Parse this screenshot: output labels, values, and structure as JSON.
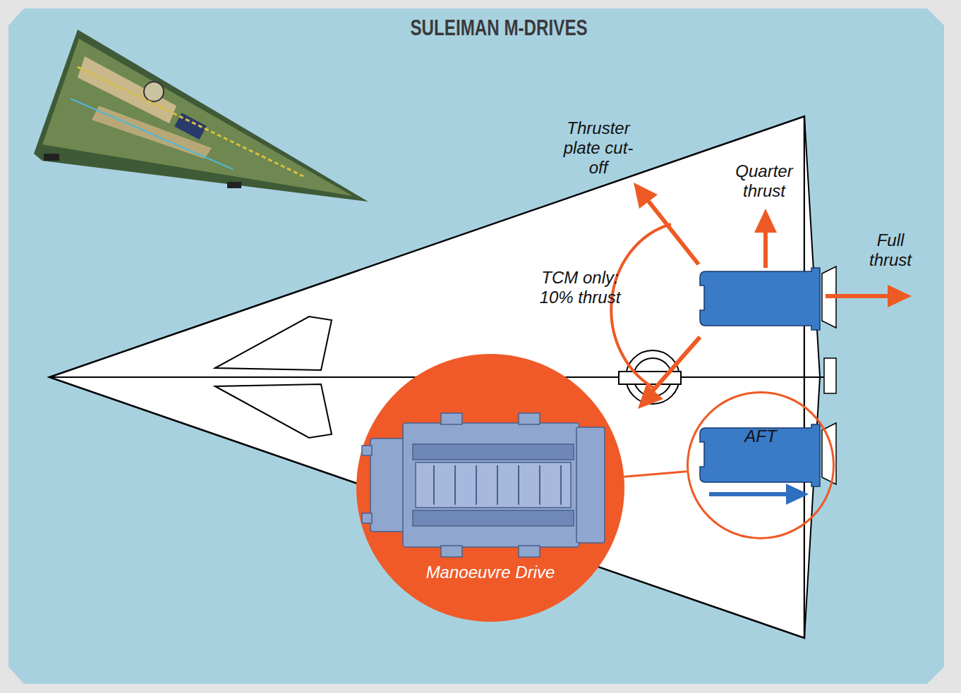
{
  "diagram": {
    "title": "SULEIMAN M-DRIVES",
    "nodes": [
      {
        "text": [
          "Manoeuvre Drive"
        ]
      },
      {
        "text": [
          "AFT"
        ]
      }
    ],
    "edges": [
      {
        "from": 0,
        "to": 1,
        "arrow": "none"
      }
    ],
    "labels": [
      "Thruster plate cut-off",
      "Quarter thrust",
      "Full thrust",
      "TCM only: 10% thrust"
    ]
  }
}
